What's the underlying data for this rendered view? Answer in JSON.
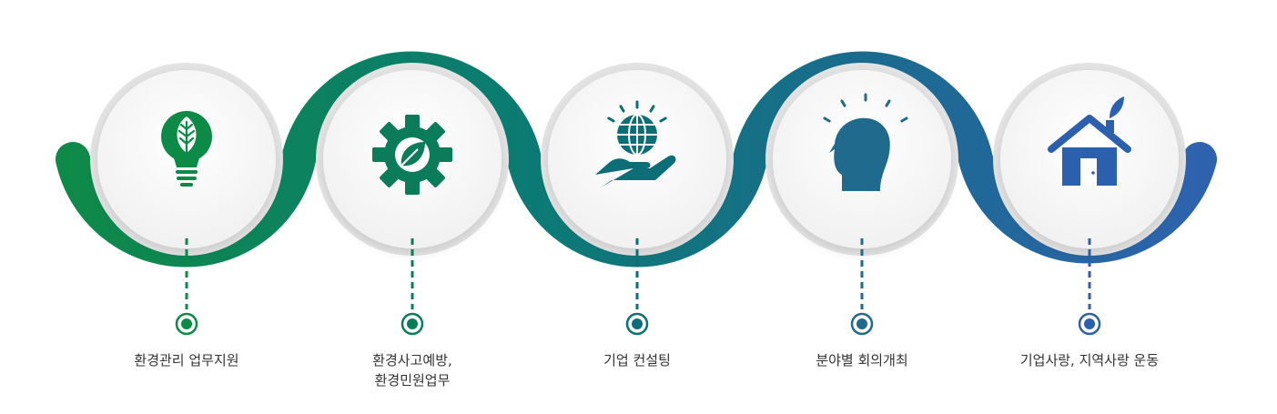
{
  "colors": {
    "gradient_start": "#0e8a47",
    "gradient_mid": "#0b7b73",
    "gradient_mid2": "#1a6b8e",
    "gradient_end": "#2f62b0",
    "circle_fill": "#f6f6f6",
    "circle_ring": "#e4e4e4",
    "label_text": "#333333"
  },
  "steps": [
    {
      "icon": "lightbulb-leaf-icon",
      "label": "환경관리 업무지원",
      "color": "#0e8a47"
    },
    {
      "icon": "gear-leaf-icon",
      "label": "환경사고예방,\n환경민원업무",
      "color": "#0b7c5a"
    },
    {
      "icon": "globe-hand-icon",
      "label": "기업 컨설팅",
      "color": "#0d6e78"
    },
    {
      "icon": "head-idea-icon",
      "label": "분야별 회의개최",
      "color": "#206a8e"
    },
    {
      "icon": "house-sprout-icon",
      "label": "기업사랑, 지역사랑 운동",
      "color": "#2c5fae"
    }
  ]
}
